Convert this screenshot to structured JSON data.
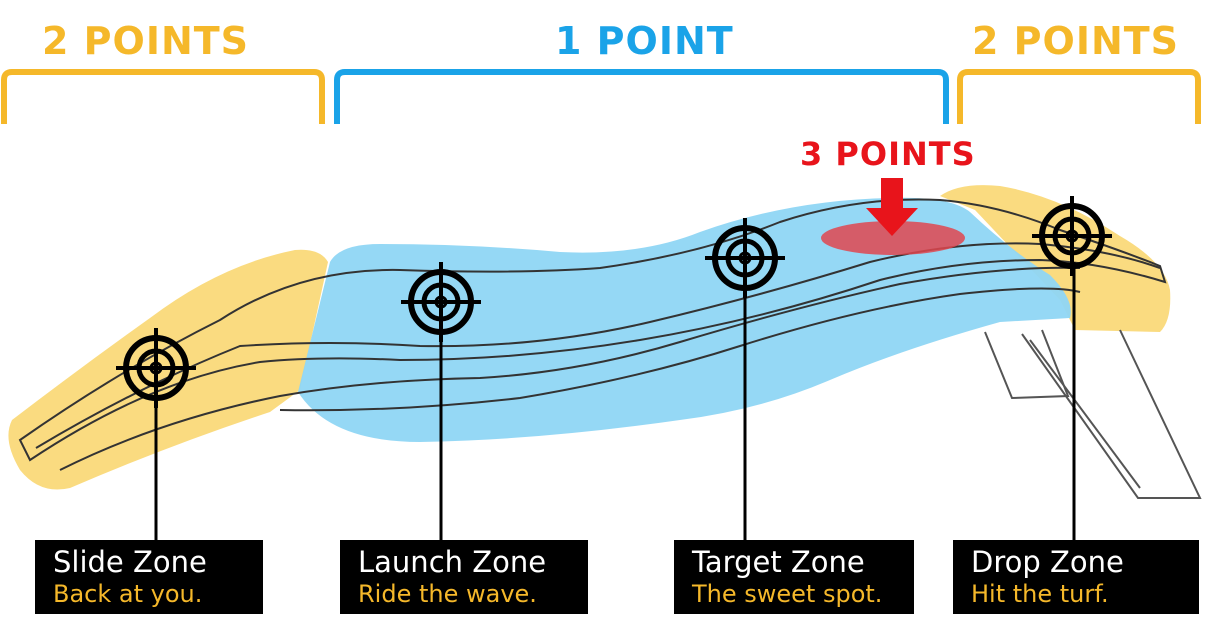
{
  "headings": {
    "left": "2 POINTS",
    "middle": "1 POINT",
    "right": "2 POINTS",
    "three": "3 POINTS"
  },
  "zones": [
    {
      "title": "Slide Zone",
      "subtitle": "Back at you."
    },
    {
      "title": "Launch Zone",
      "subtitle": "Ride the wave."
    },
    {
      "title": "Target Zone",
      "subtitle": "The sweet spot."
    },
    {
      "title": "Drop Zone",
      "subtitle": "Hit the turf."
    }
  ],
  "colors": {
    "two_points": "#f5b82a",
    "one_point": "#1aa3e8",
    "three_points": "#e8141b",
    "blue_zone_fill": "#8fd6f4",
    "yellow_zone_fill": "#f9d56a",
    "target_fill": "#e0474f",
    "label_bg": "#000000"
  },
  "icons": {
    "crosshair": "crosshair-icon",
    "arrow": "arrow-down-icon"
  }
}
